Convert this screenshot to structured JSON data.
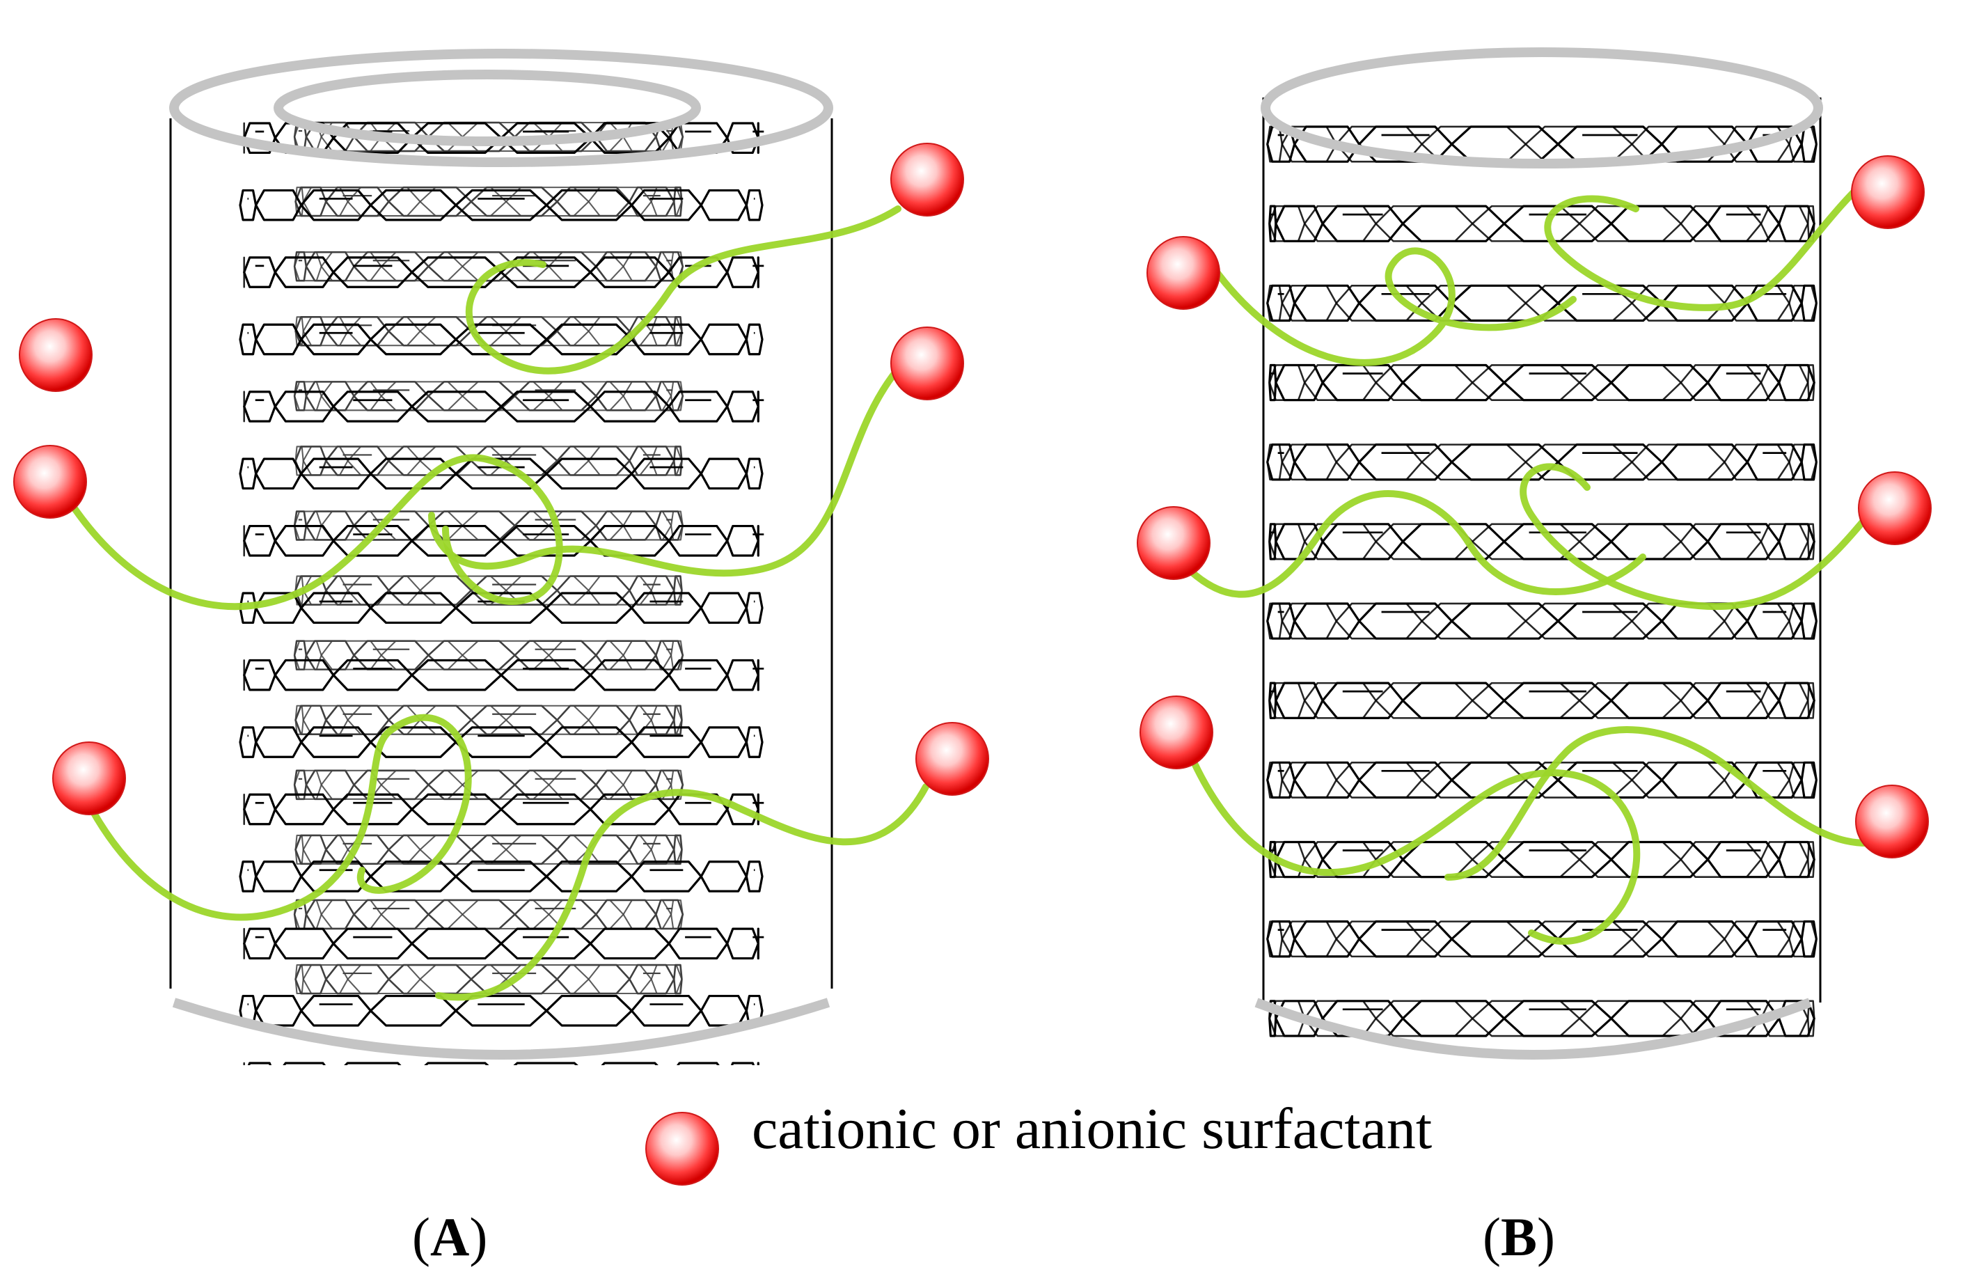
{
  "legend": {
    "text": "cationic or anionic surfactant",
    "marker": "red-sphere"
  },
  "panels": [
    {
      "open": "(",
      "letter": "A",
      "close": ")",
      "description_visible": false
    },
    {
      "open": "(",
      "letter": "B",
      "close": ")",
      "description_visible": false
    }
  ],
  "colors": {
    "lattice": "#000000",
    "rim": "#c4c4c4",
    "tail": "#9cd62a",
    "head_highlight": "#ffffff",
    "head_mid": "#ff7f7f",
    "head_edge": "#e01010"
  }
}
